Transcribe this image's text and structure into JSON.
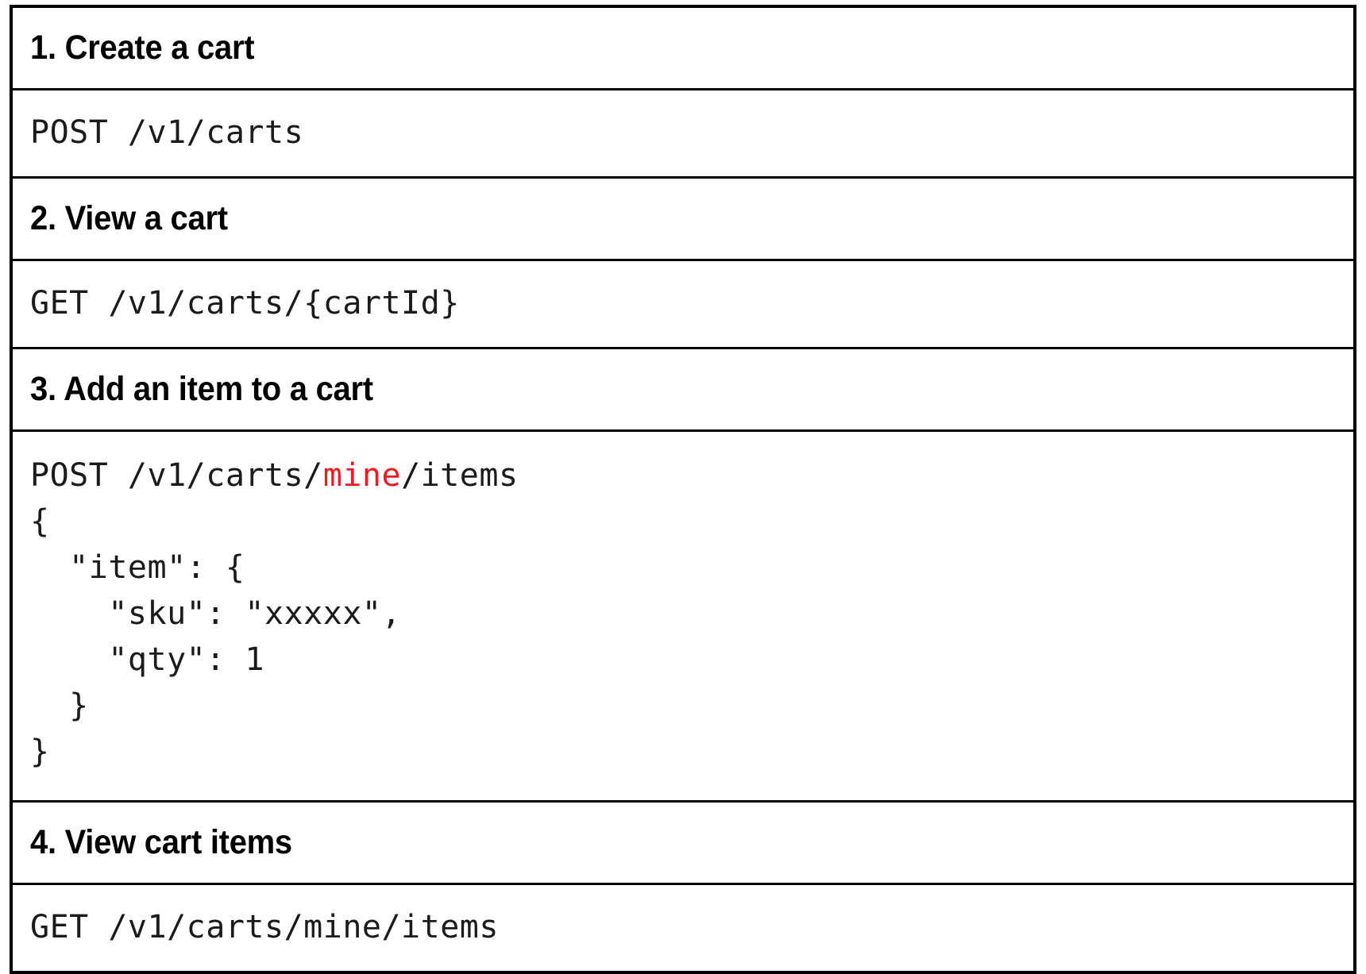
{
  "document": {
    "type": "api-endpoint-table",
    "accent_color": "#ee1b23",
    "border_color": "#000000",
    "text_color": "#000000"
  },
  "sections": [
    {
      "heading": "1. Create a cart",
      "code_prefix": "POST /v1/carts",
      "code_highlight": "",
      "code_suffix": "",
      "code_body": ""
    },
    {
      "heading": "2. View a cart",
      "code_prefix": "GET /v1/carts/{cartId}",
      "code_highlight": "",
      "code_suffix": "",
      "code_body": ""
    },
    {
      "heading": "3. Add an item to a cart",
      "code_prefix": "POST /v1/carts/",
      "code_highlight": "mine",
      "code_suffix": "/items",
      "code_body": "{\n  \"item\": {\n    \"sku\": \"xxxxx\",\n    \"qty\": 1\n  }\n}"
    },
    {
      "heading": "4. View cart items",
      "code_prefix": "GET /v1/carts/mine/items",
      "code_highlight": "",
      "code_suffix": "",
      "code_body": ""
    }
  ]
}
